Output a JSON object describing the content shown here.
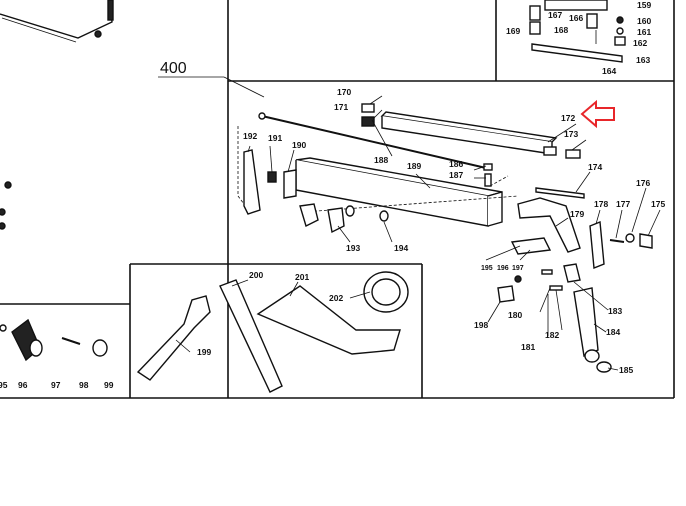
{
  "section_label": "400",
  "callouts": {
    "n95": "95",
    "n96": "96",
    "n97": "97",
    "n98": "98",
    "n99": "99",
    "n159": "159",
    "n160": "160",
    "n161": "161",
    "n162": "162",
    "n163": "163",
    "n164": "164",
    "n166": "166",
    "n167": "167",
    "n168": "168",
    "n169": "169",
    "n170": "170",
    "n171": "171",
    "n172": "172",
    "n173": "173",
    "n174": "174",
    "n175": "175",
    "n176": "176",
    "n177": "177",
    "n178": "178",
    "n179": "179",
    "n180": "180",
    "n181": "181",
    "n182": "182",
    "n183": "183",
    "n184": "184",
    "n185": "185",
    "n186": "186",
    "n187": "187",
    "n188": "188",
    "n189": "189",
    "n190": "190",
    "n191": "191",
    "n192": "192",
    "n193": "193",
    "n194": "194",
    "n195": "195",
    "n196": "196",
    "n197": "197",
    "n198": "198",
    "n199": "199",
    "n200": "200",
    "n201": "201",
    "n202": "202"
  },
  "highlight_arrow_color": "#e8262a"
}
